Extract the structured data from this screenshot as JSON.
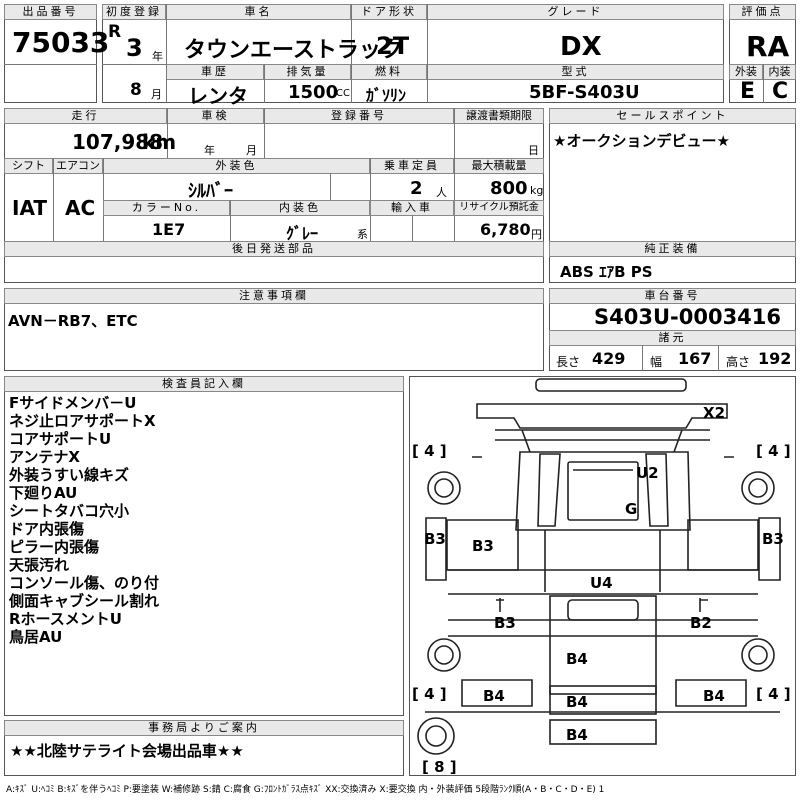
{
  "top": {
    "lot_label": "出品番号",
    "lot_no": "75033",
    "first_reg_label": "初度登録",
    "era": "R",
    "year_num": "3",
    "year_unit": "年",
    "month_num": "8",
    "month_unit": "月",
    "car_name_label": "車名",
    "car_name": "タウンエーストラック",
    "history_label": "車歴",
    "history": "レンタ",
    "door_label": "ドア形状",
    "door": "2T",
    "displacement_label": "排気量",
    "displacement": "1500",
    "displacement_unit": "CC",
    "fuel_label": "燃料",
    "fuel": "ｶﾞｿﾘﾝ",
    "grade_label": "グレード",
    "grade": "DX",
    "model_label": "型式",
    "model": "5BF-S403U",
    "score_label": "評価点",
    "score": "RA",
    "ext_label": "外装",
    "ext": "E",
    "int_label": "内装",
    "int": "C"
  },
  "mid": {
    "mileage_label": "走行",
    "mileage": "107,988",
    "mileage_unit": "km",
    "inspection_label": "車検",
    "insp_year": "年",
    "insp_month": "月",
    "reg_no_label": "登録番号",
    "transfer_label": "譲渡書類期限",
    "transfer_day": "日",
    "shift_label": "シフト",
    "shift": "IAT",
    "ac_label": "エアコン",
    "ac": "AC",
    "color_label": "外装色",
    "color": "ｼﾙﾊﾞｰ",
    "capacity_label": "乗車定員",
    "capacity": "2",
    "capacity_unit": "人",
    "load_label": "最大積載量",
    "load": "800",
    "load_unit": "kg",
    "color_no_label": "カラーNo.",
    "color_no": "1E7",
    "int_color_label": "内装色",
    "int_color": "ｸﾞﾚｰ",
    "int_color_suffix": "系",
    "import_label": "輸入車",
    "recycle_label": "リサイクル預託金",
    "recycle": "6,780",
    "recycle_unit": "円",
    "sales_label": "セールスポイント",
    "sales_text": "★オークションデビュー★",
    "parts_label": "後日発送部品",
    "equip_label": "純正装備",
    "equip": "ABS ｴｱB PS"
  },
  "notes": {
    "notice_label": "注意事項欄",
    "notice_text": "AVN－RB7、ETC",
    "chassis_label": "車台番号",
    "chassis": "S403U-0003416",
    "dims_label": "諸元",
    "len_label": "長さ",
    "len": "429",
    "width_label": "幅",
    "width": "167",
    "height_label": "高さ",
    "height": "192"
  },
  "inspector": {
    "label": "検査員記入欄",
    "lines": [
      "Fサイドメンバ－U",
      "ネジ止ロアサポートX",
      "コアサポートU",
      "アンテナX",
      "外装うすい線キズ",
      "下廻りAU",
      "シートタバコ穴小",
      "ドア内張傷",
      "ピラー内張傷",
      "天張汚れ",
      "コンソール傷、のり付",
      "側面キャブシール割れ",
      "RホースメントU",
      "鳥居AU"
    ]
  },
  "office": {
    "label": "事務局よりご案内",
    "text": "★★北陸サテライト会場出品車★★"
  },
  "diagram": {
    "tire_fl": "[ 4 ]",
    "tire_fr": "[ 4 ]",
    "tire_rl": "[ 4 ]",
    "tire_rr": "[ 4 ]",
    "spare": "[ 8 ]",
    "marks": {
      "x2": "X2",
      "u2": "U2",
      "g": "G",
      "b3_left_out": "B3",
      "b3_left_in": "B3",
      "b3_right": "B3",
      "u4": "U4",
      "b3_low": "B3",
      "b2": "B2",
      "b4_center": "B4",
      "b4_left": "B4",
      "b4_right": "B4",
      "b4_mid": "B4",
      "b4_bottom": "B4"
    }
  },
  "legend": "A:ｷｽﾞ U:ﾍｺﾐ B:ｷｽﾞを伴うﾍｺﾐ P:要塗装 W:補修跡 S:錆 C:腐食 G:ﾌﾛﾝﾄｶﾞﾗｽ点ｷｽﾞ XX:交換済み X:要交換 内・外装評価 5段階ﾗﾝｸ順(A・B・C・D・E) 1"
}
